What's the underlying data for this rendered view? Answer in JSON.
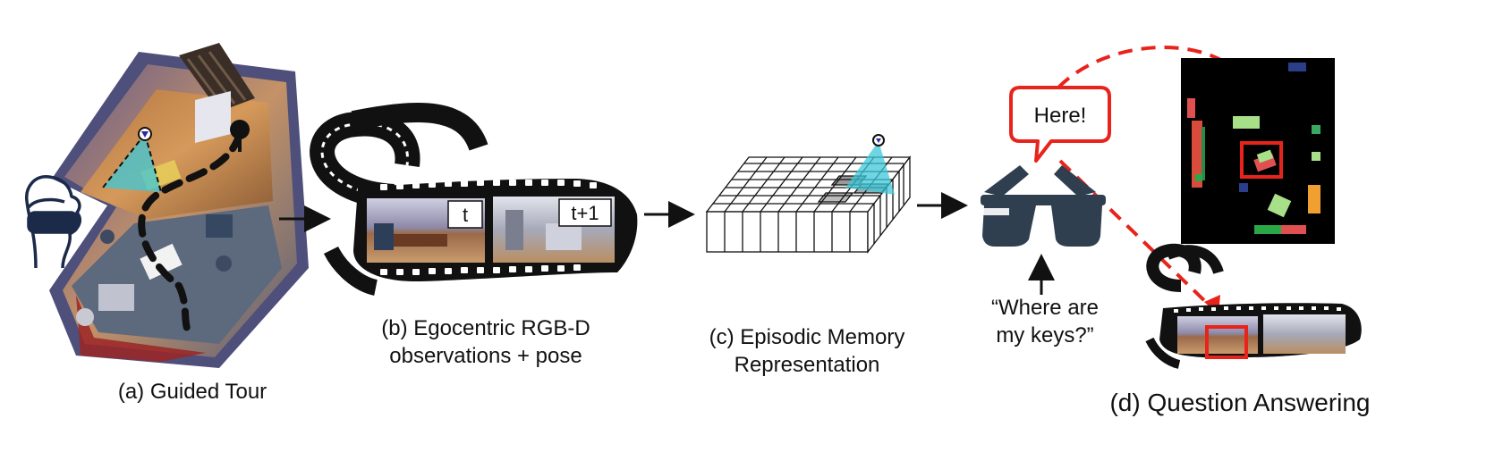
{
  "captions": {
    "a": "(a) Guided Tour",
    "b_line1": "(b) Egocentric RGB-D",
    "b_line2": "observations + pose",
    "c_line1": "(c) Episodic Memory",
    "c_line2": "Representation",
    "d": "(d) Question Answering"
  },
  "frames": {
    "t": "t",
    "t_next": "t+1"
  },
  "speech_bubble": "Here!",
  "question": {
    "line1": "“Where are",
    "line2": "my keys?”"
  },
  "colors": {
    "highlight_red": "#e8231c",
    "camera_cone": "#3ec8d8",
    "glasses": "#2f3f4f",
    "floor": "#c98a4e"
  }
}
